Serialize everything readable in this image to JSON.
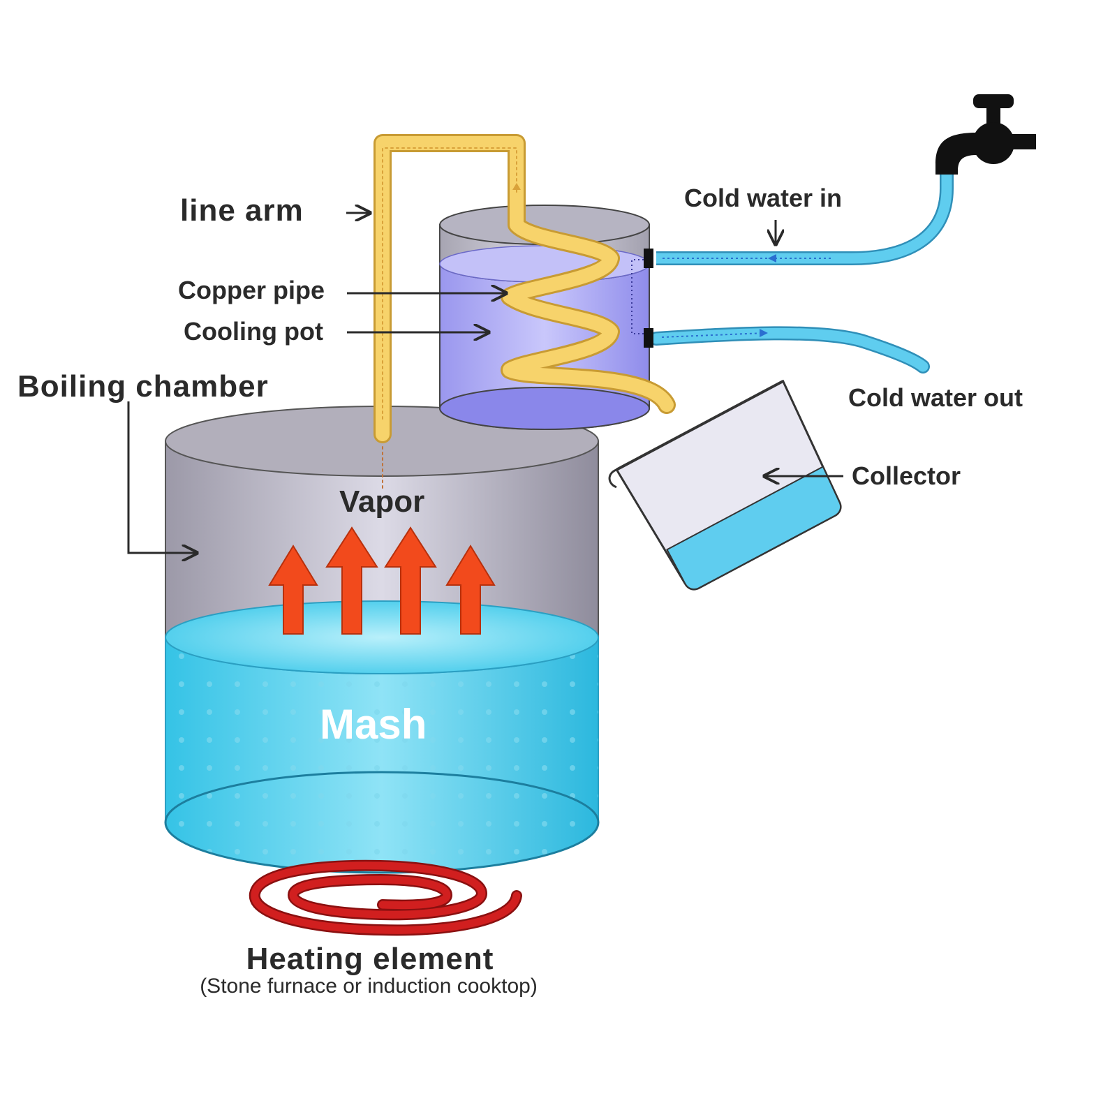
{
  "labels": {
    "line_arm": "line arm",
    "copper_pipe": "Copper pipe",
    "cooling_pot": "Cooling pot",
    "boiling_chamber": "Boiling chamber",
    "vapor": "Vapor",
    "mash": "Mash",
    "cold_water_in": "Cold water in",
    "cold_water_out": "Cold water out",
    "collector": "Collector",
    "heating_element": "Heating element",
    "heating_element_note": "(Stone furnace or induction cooktop)"
  },
  "colors": {
    "pipe_yellow": "#f7d36b",
    "pot_violet": "#b3b0f5",
    "chamber_gray": "#b9b6c4",
    "mash_cyan": "#4fd0ec",
    "hose_blue": "#5fcdef",
    "arrow_red": "#f24a1c",
    "coil_red": "#d11f1f",
    "tap_black": "#111111"
  },
  "icons": {
    "tap": "water-tap-icon",
    "vapor_arrows": "up-arrow-icon",
    "heating_coil": "spiral-coil-icon"
  }
}
